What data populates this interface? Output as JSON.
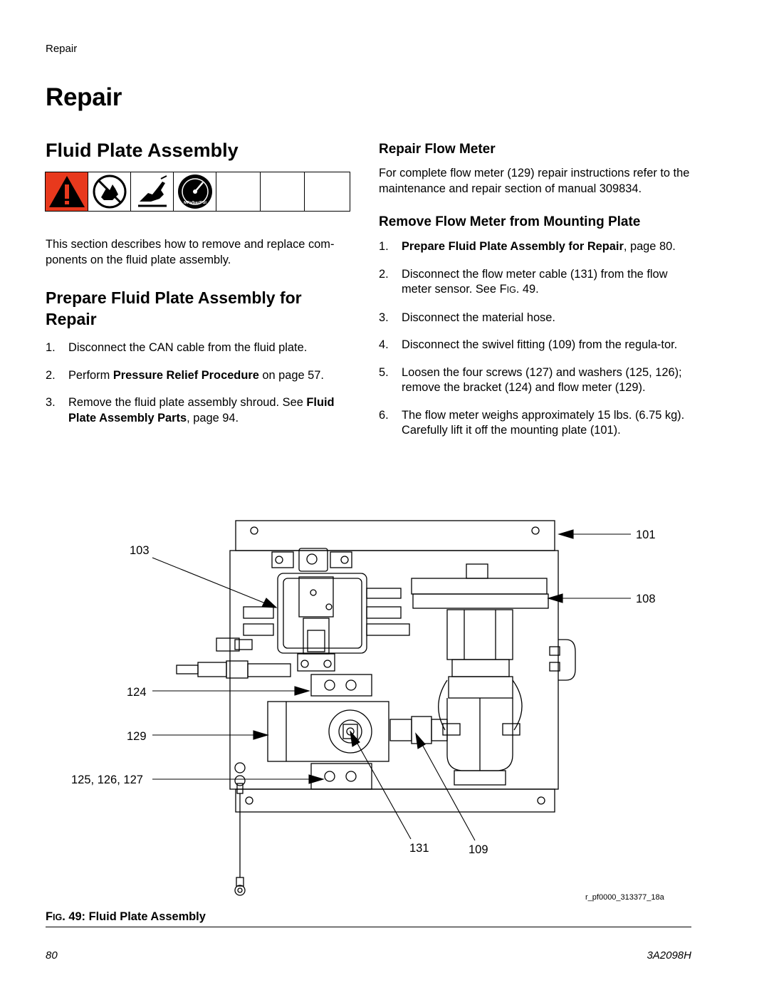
{
  "running_head": "Repair",
  "chapter_title": "Repair",
  "section_title": "Fluid Plate Assembly",
  "warning_icons": [
    "warning-triangle-icon",
    "no-hand-icon",
    "skin-injection-icon",
    "pressure-gauge-icon"
  ],
  "gauge_label": "MPa/bar/PSI",
  "intro": "This section describes how to remove and replace com-ponents on the fluid plate assembly.",
  "intro_line1": "This section describes how to remove and replace com-",
  "intro_line2": "ponents on the fluid plate assembly.",
  "prepare": {
    "title_line1": "Prepare Fluid Plate Assembly for",
    "title_line2": "Repair",
    "steps": [
      {
        "num": "1.",
        "text": "Disconnect the CAN cable from the fluid plate."
      },
      {
        "num": "2.",
        "pre": "Perform ",
        "bold": "Pressure Relief Procedure",
        "post": " on page 57."
      },
      {
        "num": "3.",
        "pre": "Remove the fluid plate assembly shroud. See ",
        "bold": "Fluid Plate Assembly Parts",
        "post": ", page 94."
      }
    ]
  },
  "repair_flow_meter": {
    "title": "Repair Flow Meter",
    "text": "For complete flow meter (129) repair instructions refer to the maintenance and repair section of manual 309834."
  },
  "remove_flow_meter": {
    "title": "Remove Flow Meter from Mounting Plate",
    "steps": [
      {
        "num": "1.",
        "bold": "Prepare Fluid Plate Assembly for Repair",
        "post": ", page 80."
      },
      {
        "num": "2.",
        "pre": "Disconnect the flow meter cable (131) from the flow meter sensor. See F",
        "smallcaps": "IG",
        "post": ". 49."
      },
      {
        "num": "3.",
        "pre": "Disconnect the material hose."
      },
      {
        "num": "4.",
        "pre": "Disconnect the swivel fitting (109) from the regula-tor."
      },
      {
        "num": "5.",
        "pre": "Loosen the four screws (127) and washers (125, 126); remove the bracket (124) and flow meter (129)."
      },
      {
        "num": "6.",
        "pre": "The flow meter weighs approximately 15 lbs. (6.75 kg). Carefully lift it off the mounting plate (101)."
      }
    ]
  },
  "figure": {
    "callouts": {
      "c101": "101",
      "c103": "103",
      "c108": "108",
      "c124": "124",
      "c129": "129",
      "c125": "125, 126, 127",
      "c131": "131",
      "c109": "109"
    },
    "figure_id": "r_pf0000_313377_18a",
    "caption_prefix": "F",
    "caption_smallcaps": "IG",
    "caption_rest": ". 49: Fluid Plate Assembly"
  },
  "footer": {
    "page_number": "80",
    "doc_number": "3A2098H"
  },
  "colors": {
    "warning_red": "#e8391d"
  }
}
